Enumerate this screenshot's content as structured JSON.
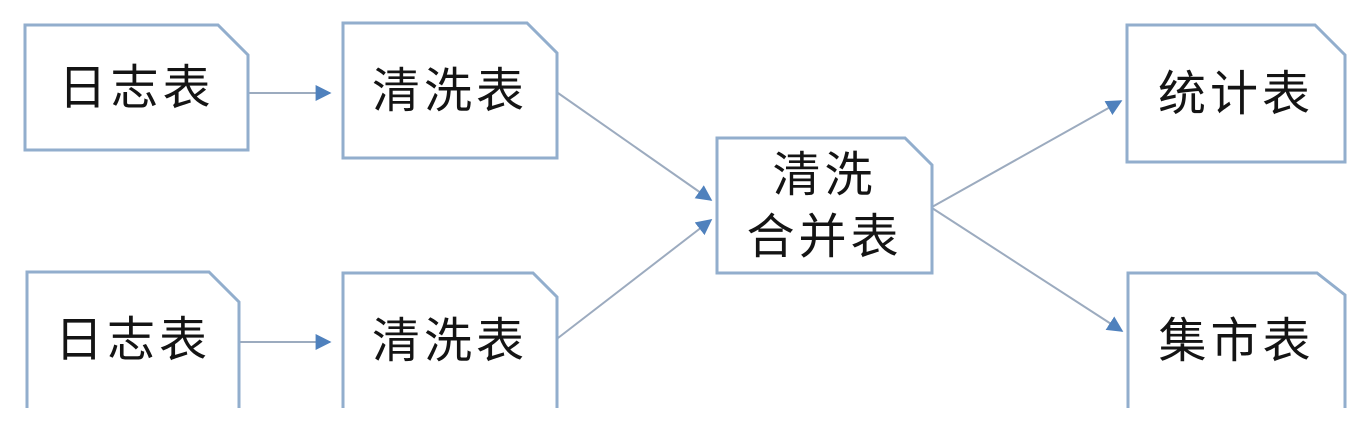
{
  "nodes": [
    {
      "id": "log-table-1",
      "label": "日志表"
    },
    {
      "id": "clean-table-1",
      "label": "清洗表"
    },
    {
      "id": "log-table-2",
      "label": "日志表"
    },
    {
      "id": "clean-table-2",
      "label": "清洗表"
    },
    {
      "id": "clean-merge-table",
      "label": "清洗合并表",
      "lines": [
        "清洗",
        "合并表"
      ]
    },
    {
      "id": "stats-table",
      "label": "统计表"
    },
    {
      "id": "mart-table",
      "label": "集市表"
    }
  ],
  "edges": [
    {
      "from": "log-table-1",
      "to": "clean-table-1"
    },
    {
      "from": "log-table-2",
      "to": "clean-table-2"
    },
    {
      "from": "clean-table-1",
      "to": "clean-merge-table"
    },
    {
      "from": "clean-table-2",
      "to": "clean-merge-table"
    },
    {
      "from": "clean-merge-table",
      "to": "stats-table"
    },
    {
      "from": "clean-merge-table",
      "to": "mart-table"
    }
  ],
  "colors": {
    "background": "#ffffff",
    "node_border": "#92aecd",
    "node_fill": "#ffffff",
    "edge_line": "#9cabbf",
    "arrowhead": "#4f81bd",
    "text": "#141414"
  }
}
